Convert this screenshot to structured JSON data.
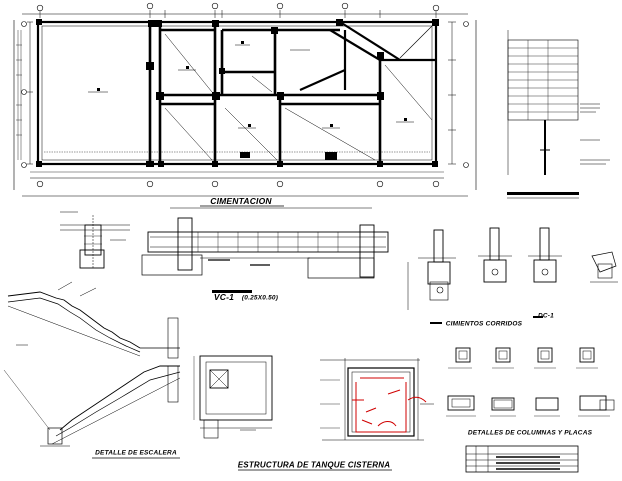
{
  "titles": {
    "cimentacion": "CIMENTACION",
    "viga_vc1": "VC-1",
    "viga_vc1_dims": "(0.25X0.50)",
    "cimientos_corridos": "CIMIENTOS CORRIDOS",
    "detalle_escalera": "DETALLE DE ESCALERA",
    "estructura_tanque": "ESTRUCTURA DE TANQUE CISTERNA",
    "detalles_columnas": "DETALLES DE COLUMNAS Y PLACAS",
    "dc1": "DC-1"
  },
  "colors": {
    "line": "#000000",
    "rebar_red": "#d00000",
    "background": "#ffffff"
  }
}
